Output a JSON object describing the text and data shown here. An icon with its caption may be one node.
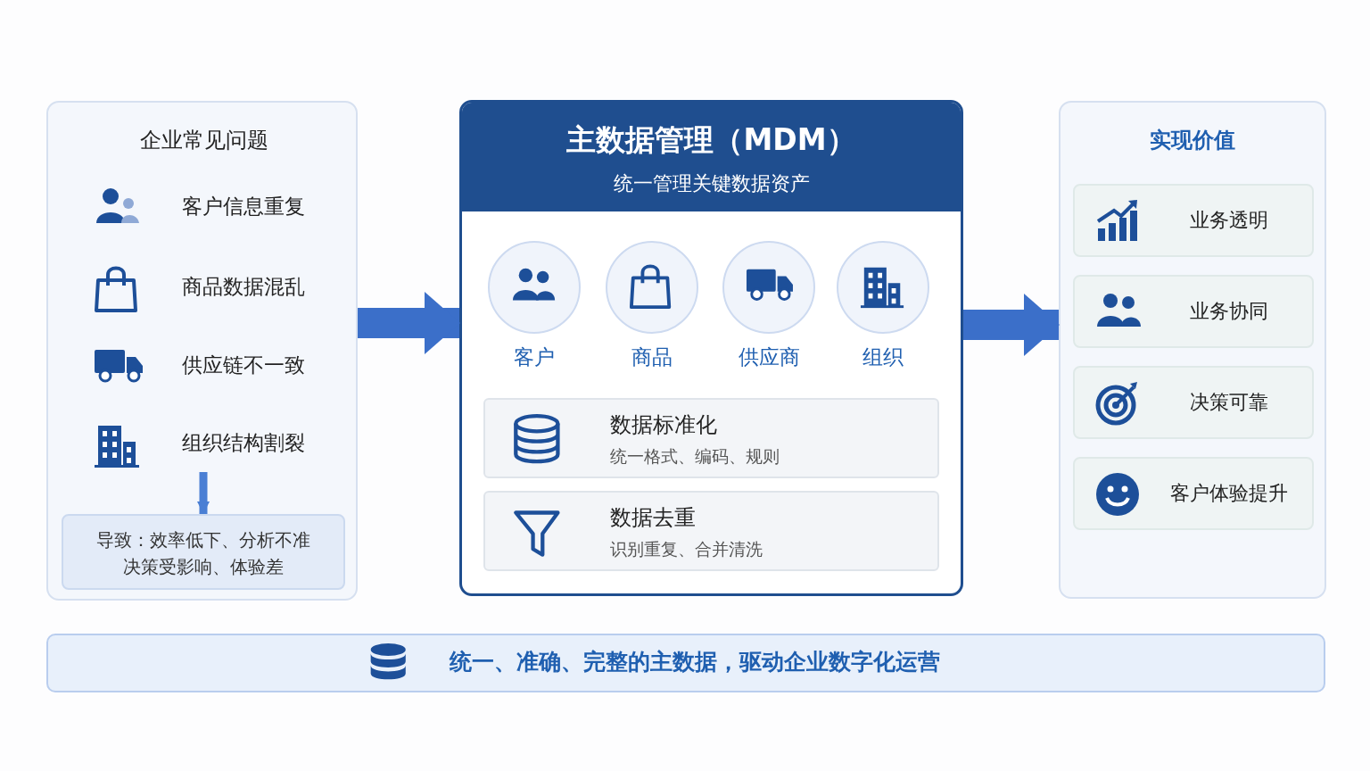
{
  "diagram": {
    "nodes": [
      {
        "text": [
          "企业常见问题"
        ]
      },
      {
        "text": [
          "客户信息重复"
        ],
        "in": 0
      },
      {
        "text": [
          "商品数据混乱"
        ],
        "in": 0
      },
      {
        "text": [
          "供应链不一致"
        ],
        "in": 0
      },
      {
        "text": [
          "组织结构割裂"
        ],
        "in": 0
      },
      {
        "text": [
          "导致：效率低下、分析不准决策受影响、体验差"
        ],
        "in": 0
      },
      {
        "text": [
          "主数据管理（MDM）",
          "统一管理关键数据资产"
        ]
      },
      {
        "text": [
          "客户"
        ],
        "in": 6
      },
      {
        "text": [
          "商品"
        ],
        "in": 6
      },
      {
        "text": [
          "供应商"
        ],
        "in": 6
      },
      {
        "text": [
          "组织"
        ],
        "in": 6
      },
      {
        "text": [
          "数据标准化",
          "统一格式、编码、规则"
        ],
        "in": 6
      },
      {
        "text": [
          "数据去重",
          "识别重复、合并清洗"
        ],
        "in": 6
      },
      {
        "text": [
          "实现价值"
        ]
      },
      {
        "text": [
          "业务透明"
        ],
        "in": 13
      },
      {
        "text": [
          "业务协同"
        ],
        "in": 13
      },
      {
        "text": [
          "决策可靠"
        ],
        "in": 13
      },
      {
        "text": [
          "客户体验提升"
        ],
        "in": 13
      },
      {
        "text": [
          "统一、准确、完整的主数据，驱动企业数字化运营"
        ]
      }
    ],
    "edges": [
      {
        "from": 4,
        "to": 5,
        "arrow": "to"
      },
      {
        "from": 0,
        "to": 6,
        "arrow": "to"
      },
      {
        "from": 6,
        "to": 13,
        "arrow": "to"
      }
    ]
  }
}
